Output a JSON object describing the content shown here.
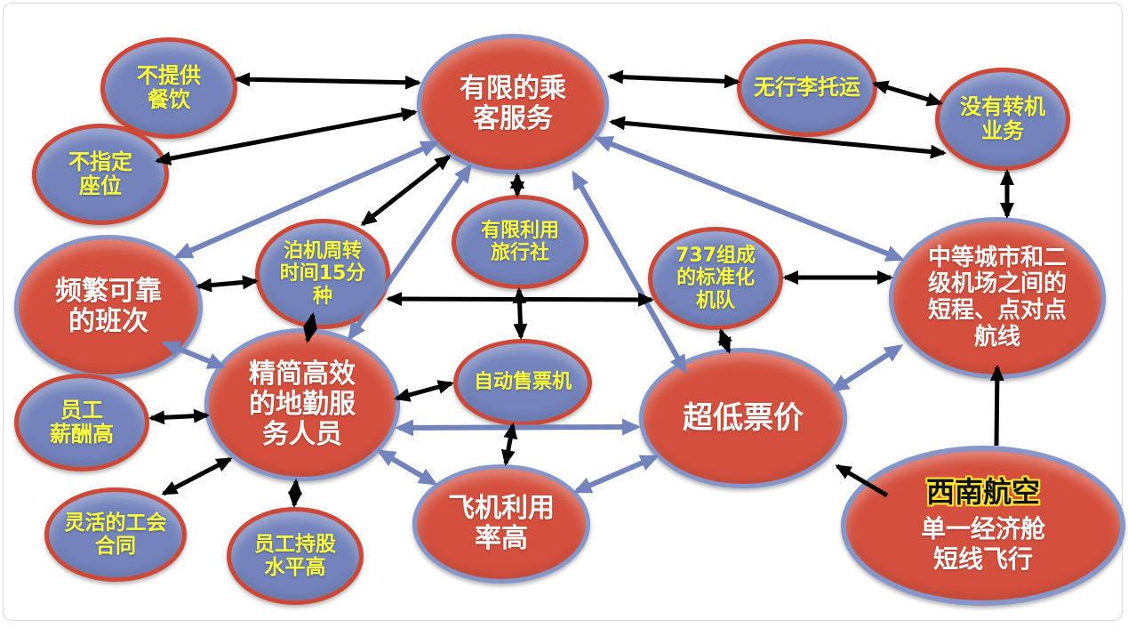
{
  "diagram": {
    "description": "Southwest Airlines activity-system map (Chinese)",
    "colors": {
      "red_node_fill": "#D4503E",
      "blue_node_fill": "#7384BC",
      "red_node_border": "#CE4837",
      "blue_node_border": "#8696C9",
      "yellow_text": "#FFFF3B",
      "white_text": "#FFFFFF",
      "black_arrow": "#000000",
      "blue_arrow": "#7384BC",
      "slide_border": "#D8D8D8"
    },
    "nodes": [
      {
        "id": "no-meals",
        "type": "blue",
        "label": "不提供\n餐饮"
      },
      {
        "id": "no-assigned-seats",
        "type": "blue",
        "label": "不指定\n座位"
      },
      {
        "id": "limited-passenger-service",
        "type": "red",
        "label": "有限的乘\n客服务"
      },
      {
        "id": "no-baggage-transfer",
        "type": "blue",
        "label": "无行李托运"
      },
      {
        "id": "no-connections",
        "type": "blue",
        "label": "没有转机\n业务"
      },
      {
        "id": "gate-turnaround",
        "type": "blue",
        "label": "泊机周转\n时间15分\n种"
      },
      {
        "id": "limited-travel-agents",
        "type": "blue",
        "label": "有限利用\n旅行社"
      },
      {
        "id": "standardized-737-fleet",
        "type": "blue",
        "label": "737组成\n的标准化\n机队"
      },
      {
        "id": "frequent-reliable-departures",
        "type": "red",
        "label": "频繁可靠\n的班次"
      },
      {
        "id": "short-haul-point-to-point",
        "type": "red",
        "label": "中等城市和二\n级机场之间的\n短程、点对点\n航线"
      },
      {
        "id": "lean-ground-crews",
        "type": "red",
        "label": "精简高效\n的地勤服\n务人员"
      },
      {
        "id": "automatic-ticketing",
        "type": "blue",
        "label": "自动售票机"
      },
      {
        "id": "very-low-fares",
        "type": "red",
        "label": "超低票价"
      },
      {
        "id": "high-employee-pay",
        "type": "blue",
        "label": "员工\n薪酬高"
      },
      {
        "id": "flexible-union-contracts",
        "type": "blue",
        "label": "灵活的工会\n合同"
      },
      {
        "id": "employee-stock-ownership",
        "type": "blue",
        "label": "员工持股\n水平高"
      },
      {
        "id": "high-aircraft-utilization",
        "type": "red",
        "label": "飞机利用\n率高"
      },
      {
        "id": "southwest-airlines",
        "type": "red",
        "title": "西南航空",
        "label": "单一经济舱\n短线飞行"
      }
    ],
    "edges": [
      {
        "from": "no-meals",
        "to": "limited-passenger-service",
        "color": "black",
        "arrows": "both"
      },
      {
        "from": "no-assigned-seats",
        "to": "limited-passenger-service",
        "color": "black",
        "arrows": "both"
      },
      {
        "from": "limited-passenger-service",
        "to": "no-baggage-transfer",
        "color": "black",
        "arrows": "both"
      },
      {
        "from": "no-baggage-transfer",
        "to": "no-connections",
        "color": "black",
        "arrows": "both"
      },
      {
        "from": "limited-passenger-service",
        "to": "no-connections",
        "color": "black",
        "arrows": "both"
      },
      {
        "from": "no-connections",
        "to": "short-haul-point-to-point",
        "color": "black",
        "arrows": "both"
      },
      {
        "from": "limited-passenger-service",
        "to": "gate-turnaround",
        "color": "black",
        "arrows": "both"
      },
      {
        "from": "limited-passenger-service",
        "to": "limited-travel-agents",
        "color": "black",
        "arrows": "both"
      },
      {
        "from": "frequent-reliable-departures",
        "to": "gate-turnaround",
        "color": "black",
        "arrows": "both"
      },
      {
        "from": "gate-turnaround",
        "to": "lean-ground-crews",
        "color": "black",
        "arrows": "both"
      },
      {
        "from": "gate-turnaround",
        "to": "standardized-737-fleet",
        "color": "black",
        "arrows": "both"
      },
      {
        "from": "standardized-737-fleet",
        "to": "short-haul-point-to-point",
        "color": "black",
        "arrows": "both"
      },
      {
        "from": "standardized-737-fleet",
        "to": "very-low-fares",
        "color": "black",
        "arrows": "both"
      },
      {
        "from": "limited-travel-agents",
        "to": "automatic-ticketing",
        "color": "black",
        "arrows": "both"
      },
      {
        "from": "lean-ground-crews",
        "to": "automatic-ticketing",
        "color": "black",
        "arrows": "both"
      },
      {
        "from": "automatic-ticketing",
        "to": "high-aircraft-utilization",
        "color": "black",
        "arrows": "both"
      },
      {
        "from": "high-employee-pay",
        "to": "lean-ground-crews",
        "color": "black",
        "arrows": "both"
      },
      {
        "from": "flexible-union-contracts",
        "to": "lean-ground-crews",
        "color": "black",
        "arrows": "both"
      },
      {
        "from": "employee-stock-ownership",
        "to": "lean-ground-crews",
        "color": "black",
        "arrows": "both"
      },
      {
        "from": "southwest-airlines",
        "to": "very-low-fares",
        "color": "black",
        "arrows": "end"
      },
      {
        "from": "southwest-airlines",
        "to": "short-haul-point-to-point",
        "color": "black",
        "arrows": "end"
      },
      {
        "from": "limited-passenger-service",
        "to": "frequent-reliable-departures",
        "color": "blue",
        "arrows": "both"
      },
      {
        "from": "limited-passenger-service",
        "to": "lean-ground-crews",
        "color": "blue",
        "arrows": "both"
      },
      {
        "from": "limited-passenger-service",
        "to": "very-low-fares",
        "color": "blue",
        "arrows": "both"
      },
      {
        "from": "limited-passenger-service",
        "to": "short-haul-point-to-point",
        "color": "blue",
        "arrows": "both"
      },
      {
        "from": "frequent-reliable-departures",
        "to": "lean-ground-crews",
        "color": "blue",
        "arrows": "both"
      },
      {
        "from": "lean-ground-crews",
        "to": "very-low-fares",
        "color": "blue",
        "arrows": "both"
      },
      {
        "from": "lean-ground-crews",
        "to": "high-aircraft-utilization",
        "color": "blue",
        "arrows": "both"
      },
      {
        "from": "high-aircraft-utilization",
        "to": "very-low-fares",
        "color": "blue",
        "arrows": "both"
      },
      {
        "from": "very-low-fares",
        "to": "short-haul-point-to-point",
        "color": "blue",
        "arrows": "both"
      }
    ]
  }
}
